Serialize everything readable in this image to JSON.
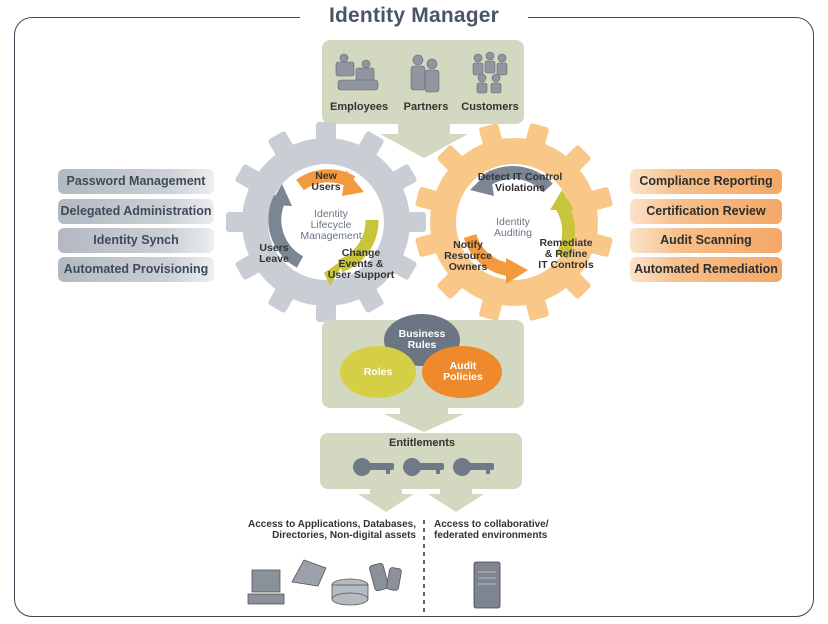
{
  "title": "Identity Manager",
  "users": {
    "employees": "Employees",
    "partners": "Partners",
    "customers": "Customers"
  },
  "lifecycle": {
    "center": [
      "Identity",
      "Lifecycle",
      "Management"
    ],
    "new_users": [
      "New",
      "Users"
    ],
    "users_leave": [
      "Users",
      "Leave"
    ],
    "change_events": [
      "Change",
      "Events &",
      "User Support"
    ]
  },
  "auditing": {
    "center": [
      "Identity",
      "Auditing"
    ],
    "detect": [
      "Detect IT Control",
      "Violations"
    ],
    "notify": [
      "Notify",
      "Resource",
      "Owners"
    ],
    "remediate": [
      "Remediate",
      "& Refine",
      "IT Controls"
    ]
  },
  "left_features": [
    "Password Management",
    "Delegated Administration",
    "Identity Synch",
    "Automated Provisioning"
  ],
  "right_features": [
    "Compliance Reporting",
    "Certification Review",
    "Audit Scanning",
    "Automated Remediation"
  ],
  "policy": {
    "business_rules": [
      "Business",
      "Rules"
    ],
    "roles": "Roles",
    "audit_policies": [
      "Audit",
      "Policies"
    ]
  },
  "entitlements": "Entitlements",
  "access_left": [
    "Access to Applications, Databases,",
    "Directories, Non-digital assets"
  ],
  "access_right": [
    "Access to collaborative/",
    "federated environments"
  ],
  "colors": {
    "gray_gear": "#c9ced5",
    "orange_gear": "#f9c889",
    "panel": "#d3d8c0",
    "orange_accent": "#ef8a2c",
    "olive_accent": "#c9c53a",
    "slate": "#6b7584"
  }
}
